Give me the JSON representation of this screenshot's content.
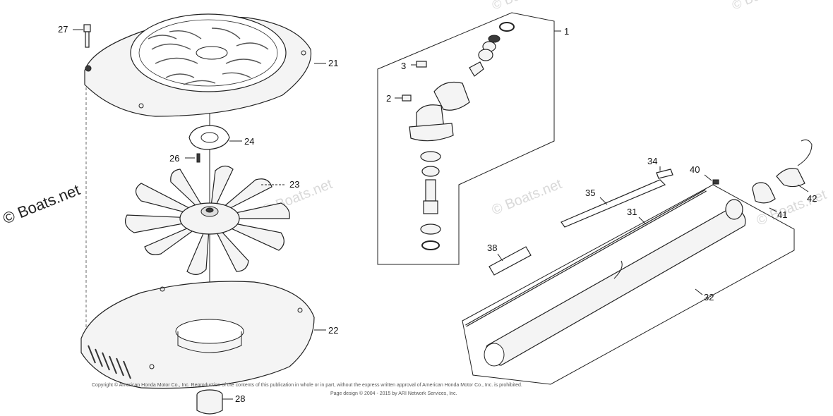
{
  "watermark": {
    "main_text": "© Boats.net",
    "faint_text": "© Boats.net"
  },
  "parts": {
    "p1": "1",
    "p2": "2",
    "p3": "3",
    "p21": "21",
    "p22": "22",
    "p23": "23",
    "p24": "24",
    "p26": "26",
    "p27": "27",
    "p28": "28",
    "p31": "31",
    "p32": "32",
    "p34": "34",
    "p35": "35",
    "p38": "38",
    "p40": "40",
    "p41": "41",
    "p42": "42"
  },
  "copyright": {
    "line1": "Copyright © American Honda Motor Co., Inc. Reproduction of the contents of this publication in whole or in part, without the express written approval of American Honda Motor Co., Inc. is prohibited.",
    "line2": "Page design © 2004 - 2015 by ARI Network Services, Inc."
  }
}
